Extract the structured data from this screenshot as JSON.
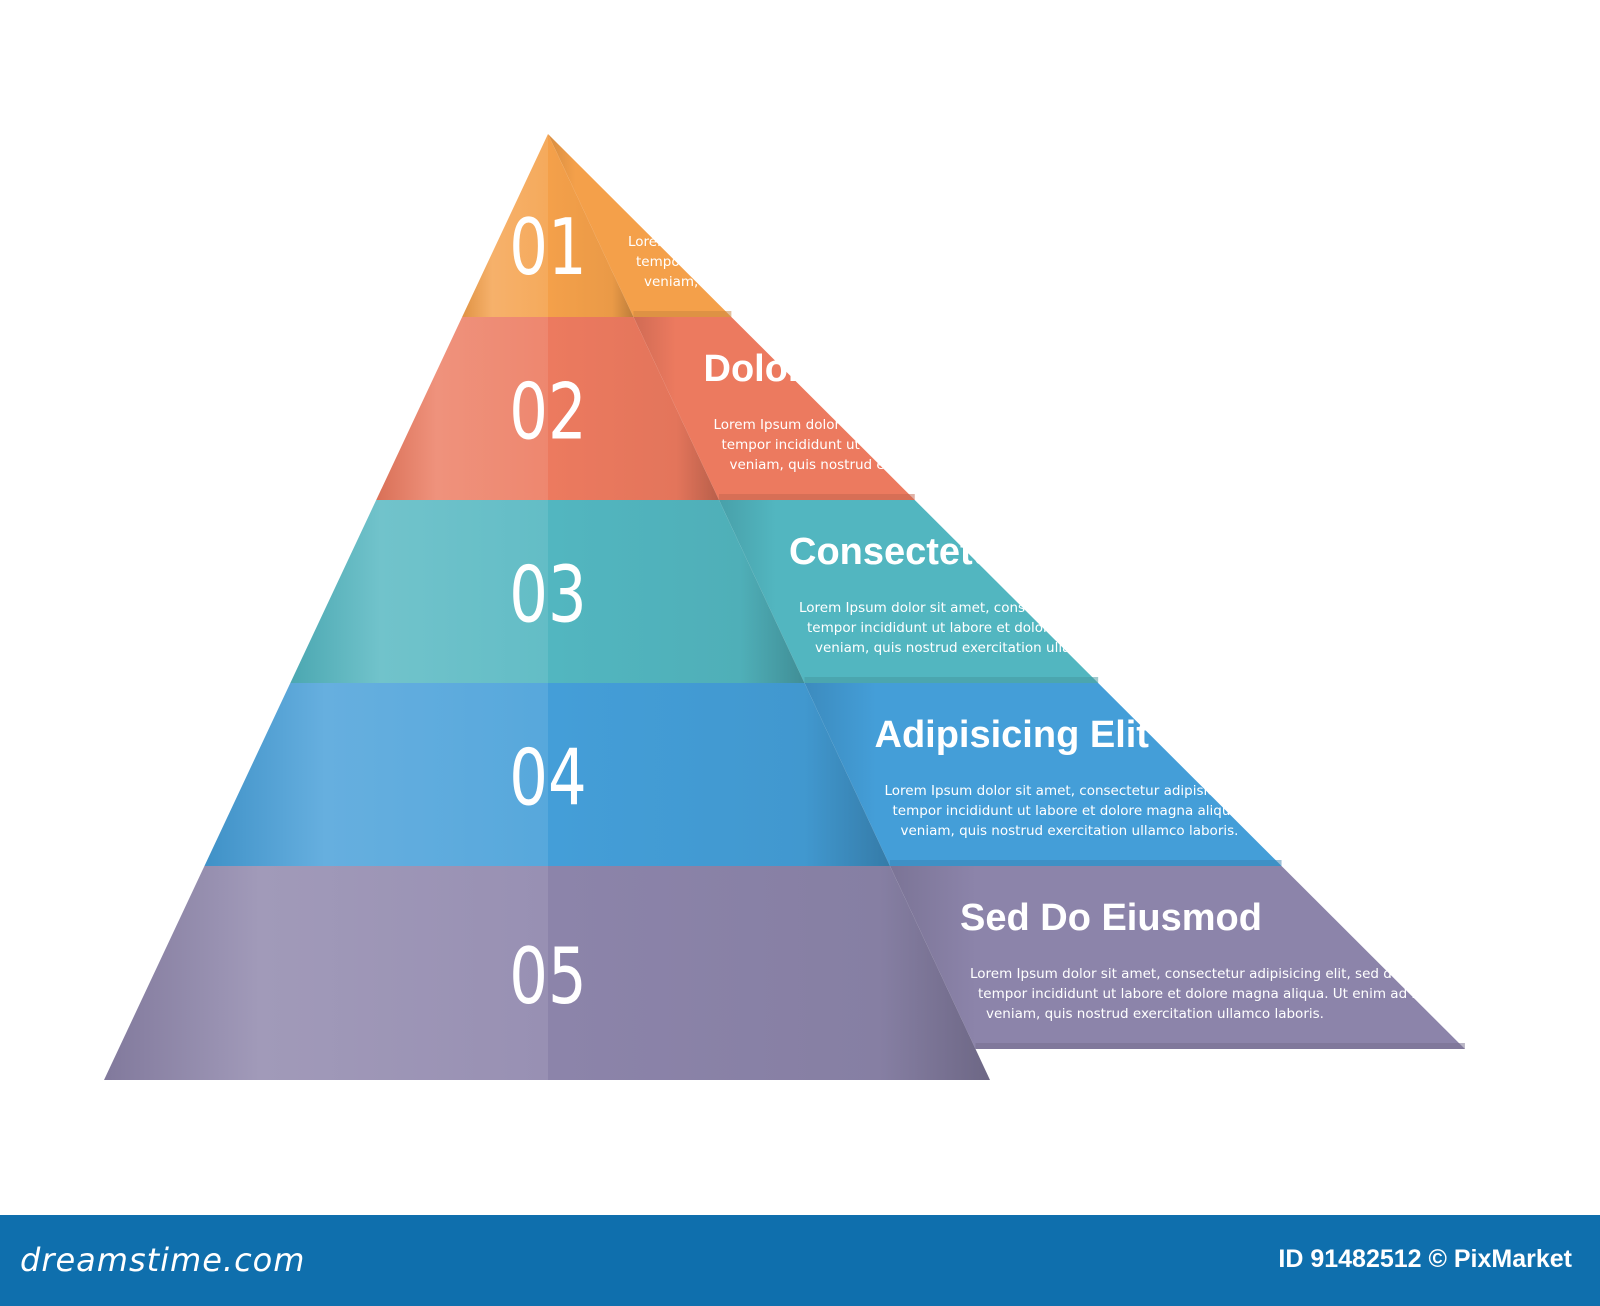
{
  "levels": [
    {
      "number": "01",
      "title": "Lorem Ipsum",
      "color": "#f4a04a",
      "text": [
        "Lorem Ipsum dolor sit amet, consectetur adipisicing elit, sed do eiusmod",
        "tempor incididunt ut labore et dolore magna aliqua. Ut enim ad minim",
        "veniam, quis nostrud exercitation ullamco laboris."
      ]
    },
    {
      "number": "02",
      "title": "Dolor Sit Amet",
      "color": "#ec7a5f",
      "text": [
        "Lorem Ipsum dolor sit amet, consectetur adipisicing elit, sed do eiusmod",
        "tempor incididunt ut labore et dolore magna aliqua. Ut enim ad minim",
        "veniam, quis nostrud exercitation ullamco laboris."
      ]
    },
    {
      "number": "03",
      "title": "Consectetur",
      "color": "#52b6c0",
      "text": [
        "Lorem Ipsum dolor sit amet, consectetur adipisicing elit, sed do eiusmod",
        "tempor incididunt ut labore et dolore magna aliqua. Ut enim ad minim",
        "veniam, quis nostrud exercitation ullamco laboris."
      ]
    },
    {
      "number": "04",
      "title": "Adipisicing Elit",
      "color": "#449ed8",
      "text": [
        "Lorem Ipsum dolor sit amet, consectetur adipisicing elit, sed do eiusmod",
        "tempor incididunt ut labore et dolore magna aliqua. Ut enim ad minim",
        "veniam, quis nostrud exercitation ullamco laboris."
      ]
    },
    {
      "number": "05",
      "title": "Sed Do Eiusmod",
      "color": "#8c84aa",
      "text": [
        "Lorem Ipsum dolor sit amet, consectetur adipisicing elit, sed do eiusmod",
        "tempor incididunt ut labore et dolore magna aliqua. Ut enim ad minim",
        "veniam, quis nostrud exercitation ullamco laboris."
      ]
    }
  ],
  "footer": {
    "brand": "dreamstime.com",
    "stock_id": "ID 91482512 © PixMarket",
    "background": "#0f6fad"
  }
}
